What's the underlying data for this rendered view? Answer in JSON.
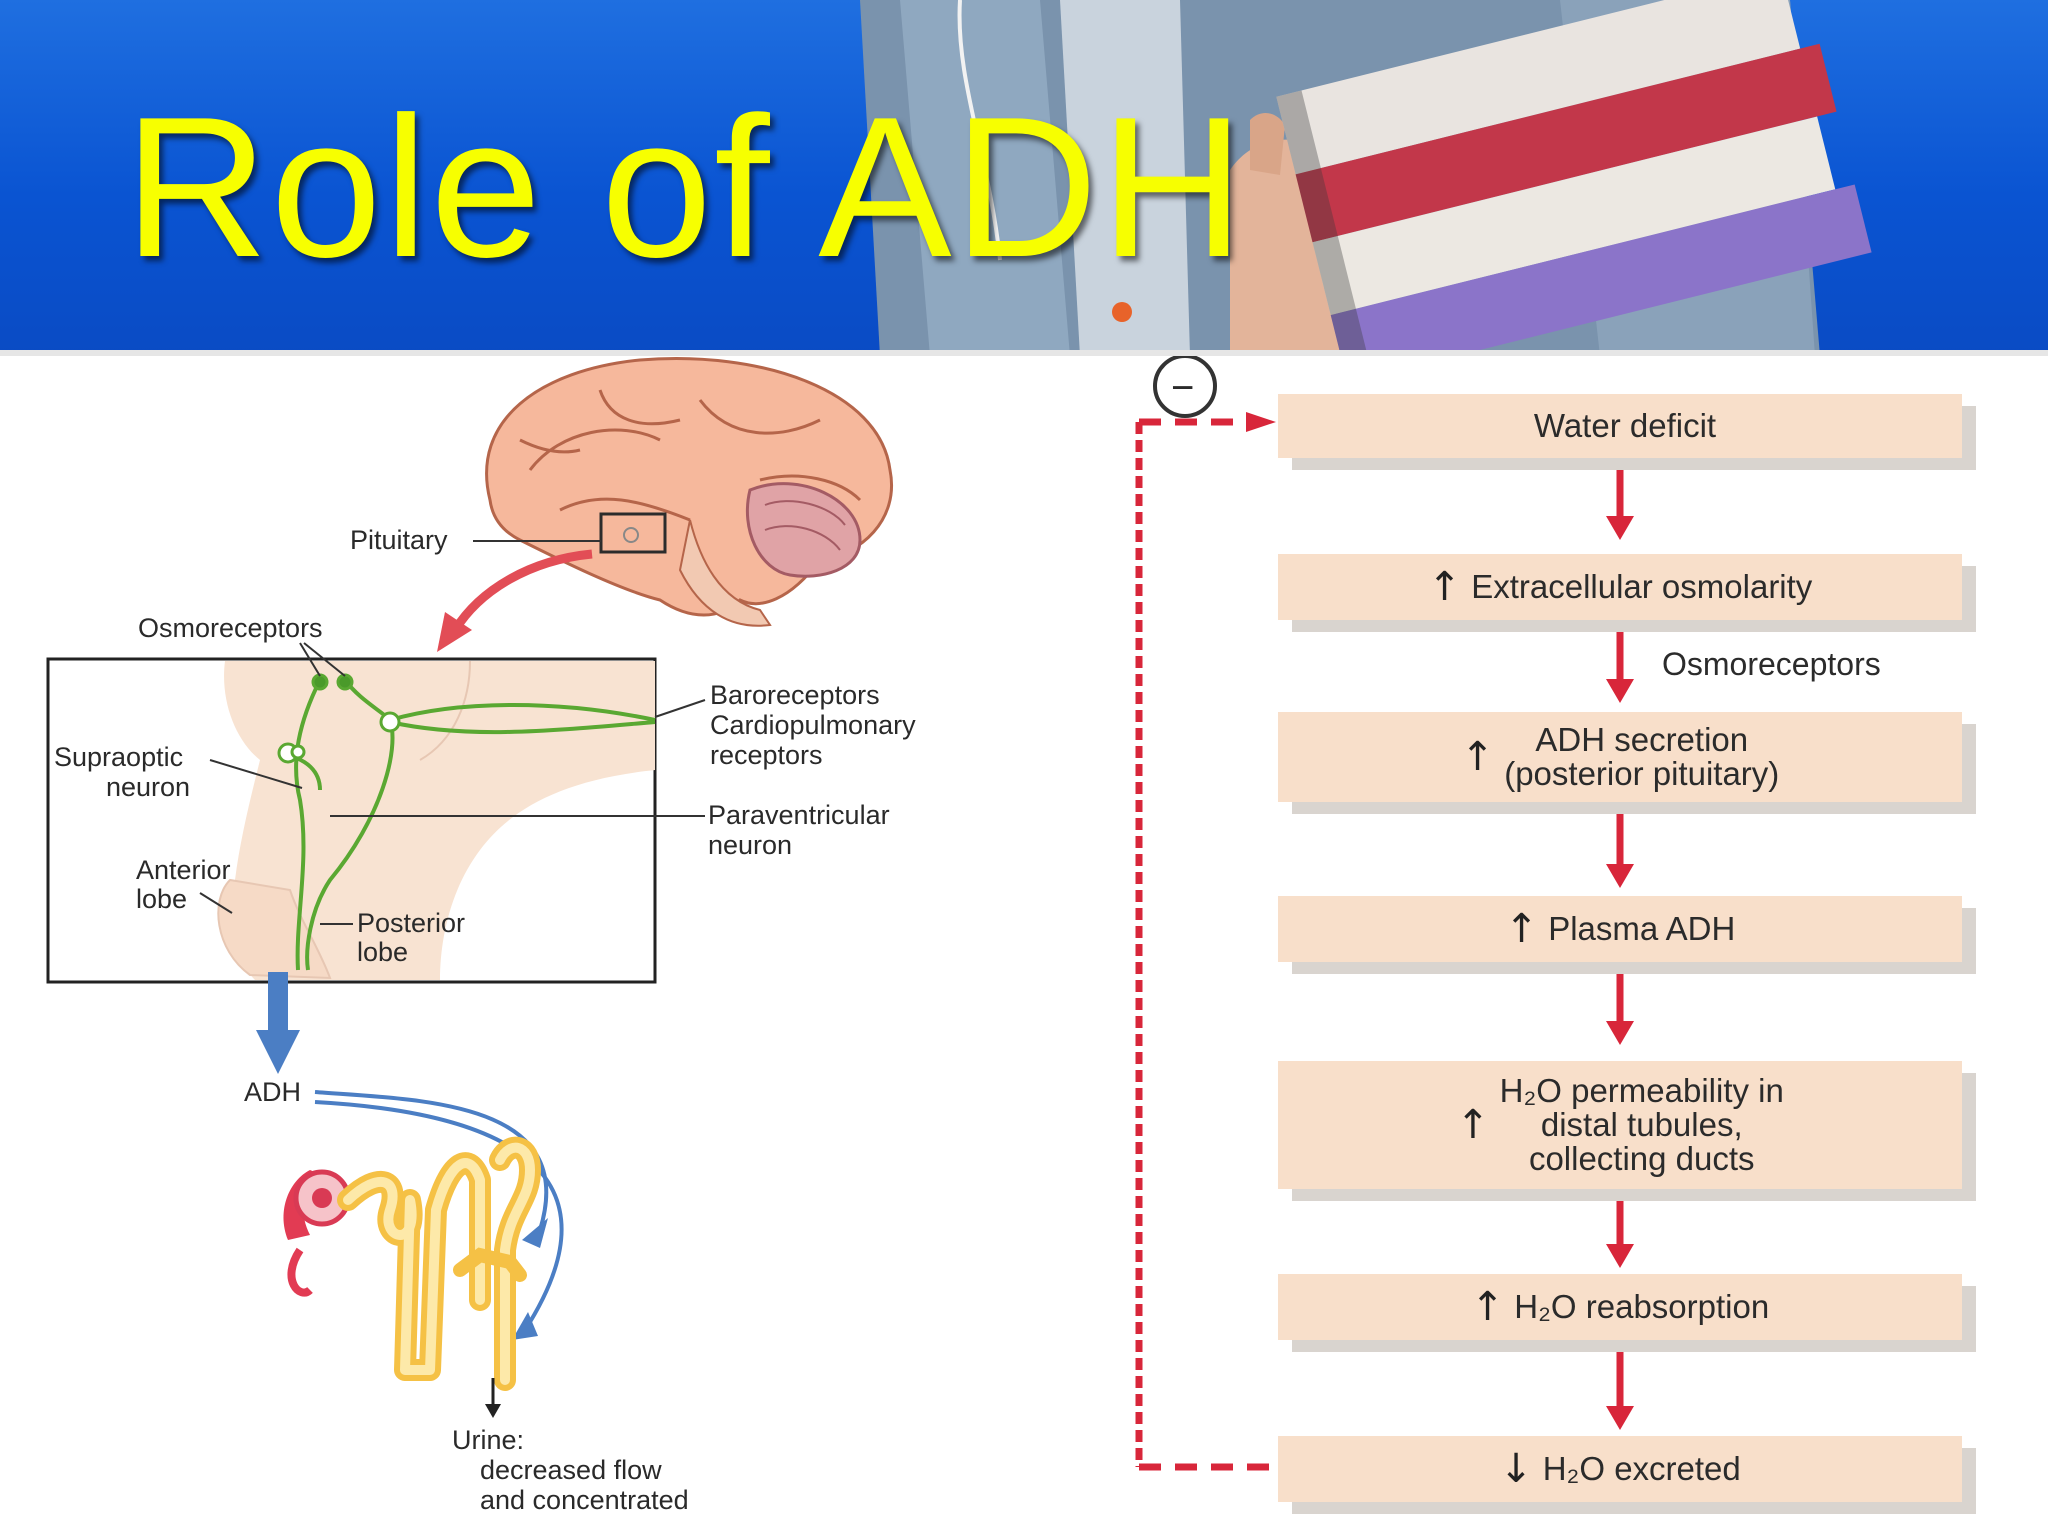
{
  "slide": {
    "title": "Role of ADH",
    "colors": {
      "header_blue": "#0a55d4",
      "title_yellow": "#f7ff00",
      "box_fill": "#f8dfca",
      "arrow_red": "#d8263a",
      "neuron_green": "#5aa832"
    }
  },
  "anatomy": {
    "pituitary": "Pituitary",
    "osmoreceptors": "Osmoreceptors",
    "supraoptic": [
      "Supraoptic",
      "neuron"
    ],
    "anterior_lobe": [
      "Anterior",
      "lobe"
    ],
    "posterior_lobe": [
      "Posterior",
      "lobe"
    ],
    "baroreceptors": [
      "Baroreceptors",
      "Cardiopulmonary",
      "receptors"
    ],
    "paraventricular": [
      "Paraventricular",
      "neuron"
    ],
    "adh": "ADH",
    "urine": [
      "Urine:",
      "decreased flow",
      "and concentrated"
    ]
  },
  "flowchart": {
    "negative_feedback_symbol": "−",
    "steps": [
      {
        "prefix": "",
        "lines": [
          "Water deficit"
        ]
      },
      {
        "prefix": "↑",
        "lines": [
          "Extracellular osmolarity"
        ]
      },
      {
        "prefix": "↑",
        "lines": [
          "ADH secretion",
          "(posterior pituitary)"
        ]
      },
      {
        "prefix": "↑",
        "lines": [
          "Plasma ADH"
        ]
      },
      {
        "prefix": "↑",
        "lines": [
          "H₂O permeability in",
          "distal tubules,",
          "collecting ducts"
        ]
      },
      {
        "prefix": "↑",
        "lines": [
          "H₂O reabsorption"
        ]
      },
      {
        "prefix": "↓",
        "lines": [
          "H₂O excreted"
        ]
      }
    ],
    "side_label": "Osmoreceptors"
  }
}
